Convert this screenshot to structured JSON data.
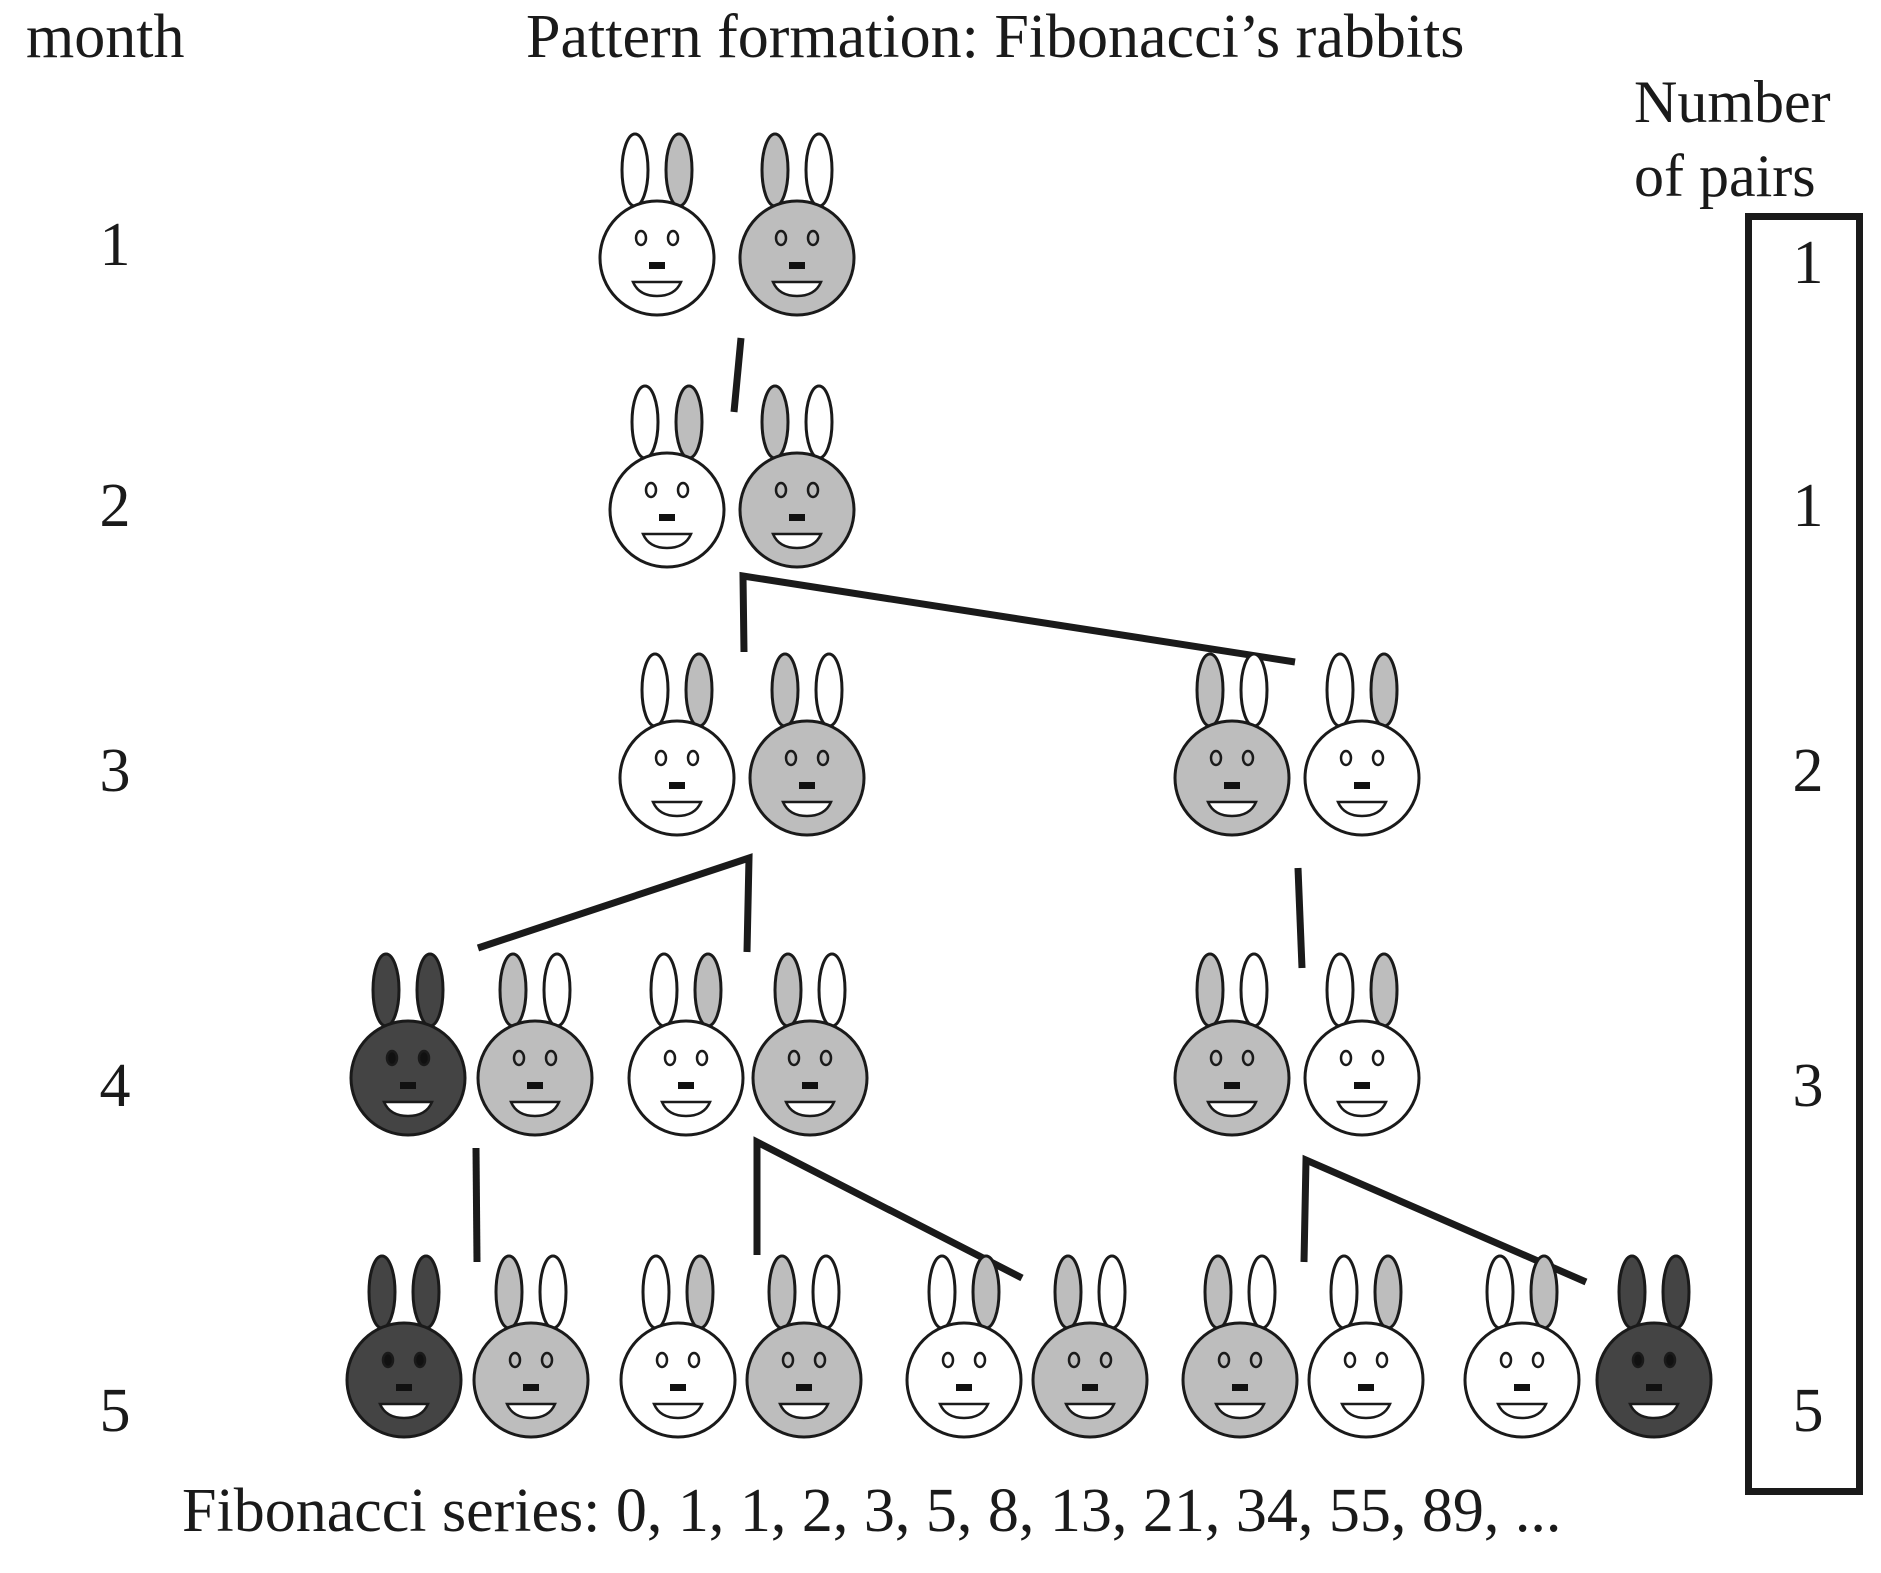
{
  "title": "Pattern formation: Fibonacci’s rabbits",
  "month_header": "month",
  "pairs_header_line1": "Number",
  "pairs_header_line2": "of pairs",
  "series_text": "Fibonacci series: 0, 1, 1, 2, 3, 5, 8, 13, 21, 34, 55, 89, ...",
  "months": [
    {
      "month": "1",
      "pairs": "1"
    },
    {
      "month": "2",
      "pairs": "1"
    },
    {
      "month": "3",
      "pairs": "2"
    },
    {
      "month": "4",
      "pairs": "3"
    },
    {
      "month": "5",
      "pairs": "5"
    }
  ],
  "shades": {
    "white": "#ffffff",
    "gray": "#bdbdbd",
    "dark": "#444444"
  },
  "rows": [
    {
      "month": "1",
      "pairs": [
        [
          "white",
          "gray"
        ]
      ]
    },
    {
      "month": "2",
      "pairs": [
        [
          "white",
          "gray"
        ]
      ]
    },
    {
      "month": "3",
      "pairs": [
        [
          "white",
          "gray"
        ],
        [
          "gray",
          "white"
        ]
      ]
    },
    {
      "month": "4",
      "pairs": [
        [
          "dark",
          "gray"
        ],
        [
          "white",
          "gray"
        ],
        [
          "gray",
          "white"
        ]
      ]
    },
    {
      "month": "5",
      "pairs": [
        [
          "dark",
          "gray"
        ],
        [
          "white",
          "gray"
        ],
        [
          "white",
          "gray"
        ],
        [
          "gray",
          "white"
        ],
        [
          "white",
          "dark"
        ]
      ]
    }
  ]
}
